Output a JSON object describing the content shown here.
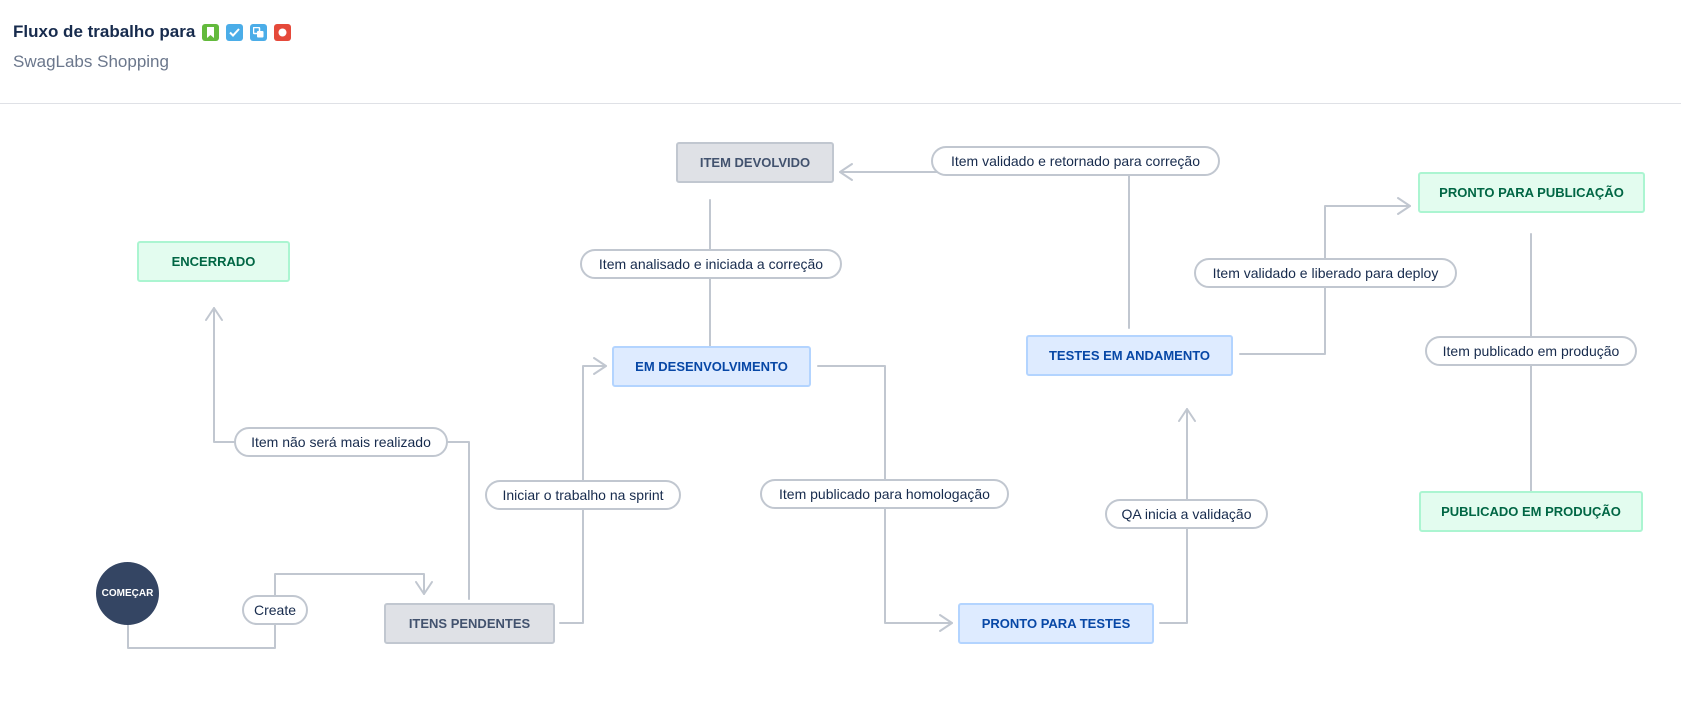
{
  "header": {
    "title": "Fluxo de trabalho para",
    "subtitle": "SwagLabs Shopping",
    "issue_type_icons": [
      {
        "name": "story-icon",
        "color": "#63ba3c"
      },
      {
        "name": "task-icon",
        "color": "#4bade8"
      },
      {
        "name": "subtask-icon",
        "color": "#4bade8"
      },
      {
        "name": "bug-icon",
        "color": "#e5493a"
      }
    ]
  },
  "diagram": {
    "start_label": "COMEÇAR",
    "statuses": {
      "item_devolvido": "ITEM DEVOLVIDO",
      "encerrado": "ENCERRADO",
      "em_desenvolvimento": "EM DESENVOLVIMENTO",
      "testes_em_andamento": "TESTES EM ANDAMENTO",
      "pronto_para_publicacao": "PRONTO PARA PUBLICAÇÃO",
      "publicado_em_producao": "PUBLICADO EM PRODUÇÃO",
      "itens_pendentes": "ITENS PENDENTES",
      "pronto_para_testes": "PRONTO PARA TESTES"
    },
    "transitions": {
      "validado_retornado": "Item validado e retornado para correção",
      "analisado_correcao": "Item analisado e iniciada a correção",
      "validado_liberado": "Item validado e liberado para deploy",
      "publicado_producao": "Item publicado em produção",
      "nao_sera_realizado": "Item não será mais realizado",
      "iniciar_sprint": "Iniciar o trabalho na sprint",
      "publicado_homologacao": "Item publicado para homologação",
      "qa_valida": "QA inicia a validação",
      "create": "Create"
    },
    "colors": {
      "connector": "#c1c7d0",
      "status_todo": "#dfe1e6",
      "status_in_progress": "#deebff",
      "status_done": "#e3fcef",
      "start_node": "#344563"
    }
  }
}
